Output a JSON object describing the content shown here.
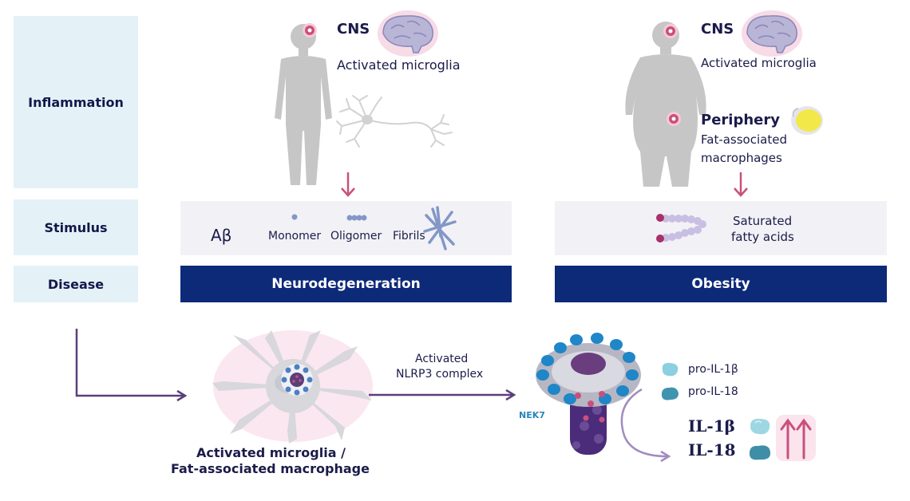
{
  "rows": {
    "inflammation": "Inflammation",
    "stimulus": "Stimulus",
    "disease": "Disease"
  },
  "left_panel": {
    "site": "CNS",
    "cell": "Activated microglia",
    "stimulus_symbol": "Aβ",
    "stimulus_forms": [
      "Monomer",
      "Oligomer",
      "Fibrils"
    ],
    "disease": "Neurodegeneration"
  },
  "right_panel": {
    "site_1": "CNS",
    "cell_1": "Activated microglia",
    "site_2": "Periphery",
    "cell_2_line1": "Fat-associated",
    "cell_2_line2": "macrophages",
    "stimulus_line1": "Saturated",
    "stimulus_line2": "fatty acids",
    "disease": "Obesity"
  },
  "bottom": {
    "cell_label_line1": "Activated microglia /",
    "cell_label_line2": "Fat-associated macrophage",
    "arrow_label_line1": "Activated",
    "arrow_label_line2": "NLRP3 complex",
    "nek7": "NEK7",
    "pro_il1b": "pro-IL-1β",
    "pro_il18": "pro-IL-18",
    "il1b": "IL-1β",
    "il18": "IL-18"
  },
  "colors": {
    "label_bg": "#e4f2f8",
    "stimulus_bg": "#f2f2f6",
    "disease_bar": "#0d2a78",
    "arrow_purple": "#5a3f7a",
    "marker_pink": "#c8507c",
    "body_gray": "#c6c6c6"
  }
}
